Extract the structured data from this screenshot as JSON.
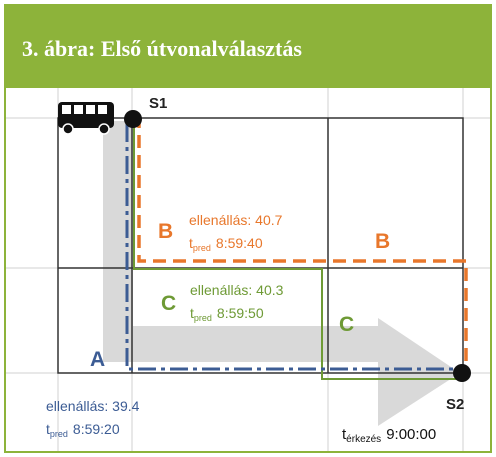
{
  "figure": {
    "title": "3. ábra: Első útvonalválasztás"
  },
  "nodes": {
    "start": "S1",
    "end": "S2"
  },
  "routes": {
    "A": {
      "label": "A",
      "resistance": "ellenállás: 39.4",
      "t_main": "t",
      "t_sub": "pred",
      "time": "8:59:20",
      "color": "#3c5c94"
    },
    "B": {
      "label": "B",
      "label2": "B",
      "resistance": "ellenállás: 40.7",
      "t_main": "t",
      "t_sub": "pred",
      "time": "8:59:40",
      "color": "#e8772b"
    },
    "C": {
      "label": "C",
      "label2": "C",
      "resistance": "ellenállás: 40.3",
      "t_main": "t",
      "t_sub": "pred",
      "time": "8:59:50",
      "color": "#6e9a35"
    }
  },
  "arrival": {
    "t_main": "t",
    "t_sub": "érkezés",
    "time": "9:00:00"
  },
  "icons": {
    "vehicle": "bus-icon",
    "direction": "arrow-icon"
  },
  "colors": {
    "header": "#8db33a",
    "grid": "#333333",
    "arrow": "#d9d9d9"
  }
}
